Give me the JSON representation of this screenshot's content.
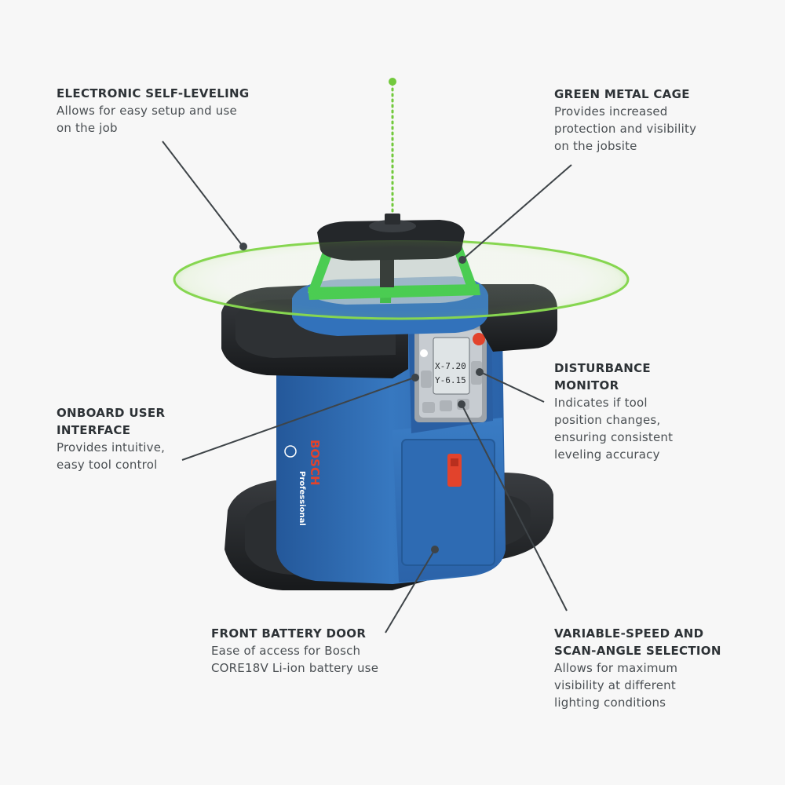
{
  "callouts": {
    "self_leveling": {
      "title": "ELECTRONIC SELF-LEVELING",
      "desc": [
        "Allows for easy setup and use",
        "on the job"
      ]
    },
    "cage": {
      "title": "GREEN METAL CAGE",
      "desc": [
        "Provides increased",
        "protection and visibility",
        "on the jobsite"
      ]
    },
    "disturbance": {
      "title": [
        "DISTURBANCE",
        "MONITOR"
      ],
      "desc": [
        "Indicates if tool",
        "position changes,",
        "ensuring consistent",
        "leveling accuracy"
      ]
    },
    "interface": {
      "title": [
        "ONBOARD USER",
        "INTERFACE"
      ],
      "desc": [
        "Provides intuitive,",
        "easy tool control"
      ]
    },
    "battery": {
      "title": "FRONT BATTERY DOOR",
      "desc": [
        "Ease of access for Bosch",
        "CORE18V Li-ion battery use"
      ]
    },
    "variable": {
      "title": [
        "VARIABLE-SPEED AND",
        "SCAN-ANGLE SELECTION"
      ],
      "desc": [
        "Allows for maximum",
        "visibility at different",
        "lighting conditions"
      ]
    }
  },
  "product": {
    "brand": "BOSCH",
    "line": "Professional",
    "display": {
      "x": "X-7.20",
      "y": "Y-6.15"
    }
  },
  "colors": {
    "tool_blue": "#2f6db5",
    "laser_green": "#7fd34a",
    "cage_green": "#3fc94a",
    "power_red": "#e2432c",
    "pointer": "#3e4448"
  }
}
